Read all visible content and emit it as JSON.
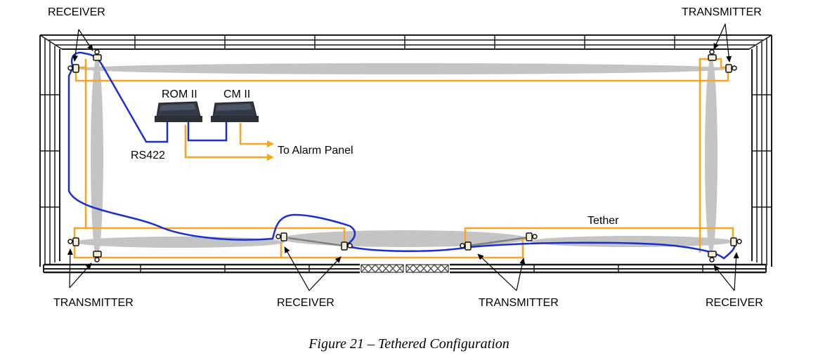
{
  "labels": {
    "top_left": "RECEIVER",
    "top_right": "TRANSMITTER",
    "bottom_left": "TRANSMITTER",
    "bottom_mid_left": "RECEIVER",
    "bottom_mid_right": "TRANSMITTER",
    "bottom_right": "RECEIVER",
    "rom": "ROM II",
    "cm": "CM II",
    "rs422": "RS422",
    "alarm": "To Alarm Panel",
    "tether": "Tether"
  },
  "caption": "Figure 21 – Tethered Configuration",
  "colors": {
    "wall": "#1a1a1a",
    "beam": "#c4c4c4",
    "tether": "#f5a623",
    "cable": "#1a2fd0",
    "device": "#333a46"
  },
  "icons": {
    "sensor": "sensor-head-icon",
    "module": "control-module-icon",
    "gate": "gate-icon"
  }
}
